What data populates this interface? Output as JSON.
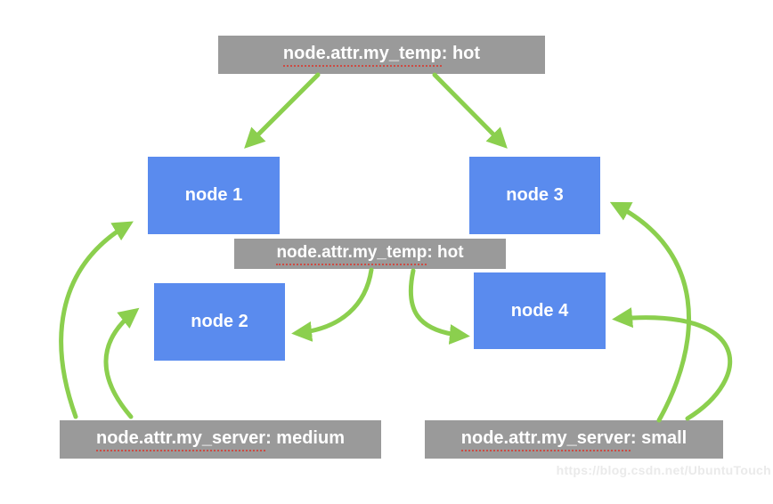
{
  "colors": {
    "node_fill": "#5a8bee",
    "attr_fill": "#9a9a9a",
    "arrow_green": "#8bcf4e",
    "spellcheck_underline_red": "#cc4b43",
    "text": "#ffffff",
    "watermark_gray": "#eaeaea"
  },
  "nodes": [
    {
      "id": "node-1",
      "label": "node 1"
    },
    {
      "id": "node-2",
      "label": "node 2"
    },
    {
      "id": "node-3",
      "label": "node 3"
    },
    {
      "id": "node-4",
      "label": "node 4"
    }
  ],
  "attributes": [
    {
      "id": "attr-top",
      "name": "node.attr.my_temp",
      "value": ": hot"
    },
    {
      "id": "attr-middle",
      "name": "node.attr.my_temp",
      "value": ": hot"
    },
    {
      "id": "attr-bottom-left",
      "name": "node.attr.my_server",
      "value": ": medium"
    },
    {
      "id": "attr-bottom-right",
      "name": "node.attr.my_server",
      "value": ": small"
    }
  ],
  "edges": [
    {
      "from": "attr-top",
      "to": "node-1"
    },
    {
      "from": "attr-top",
      "to": "node-3"
    },
    {
      "from": "attr-middle",
      "to": "node-2"
    },
    {
      "from": "attr-middle",
      "to": "node-4"
    },
    {
      "from": "attr-bottom-left",
      "to": "node-1"
    },
    {
      "from": "attr-bottom-left",
      "to": "node-2"
    },
    {
      "from": "attr-bottom-right",
      "to": "node-3"
    },
    {
      "from": "attr-bottom-right",
      "to": "node-4"
    }
  ],
  "watermark": {
    "text": "https://blog.csdn.net/UbuntuTouch"
  }
}
